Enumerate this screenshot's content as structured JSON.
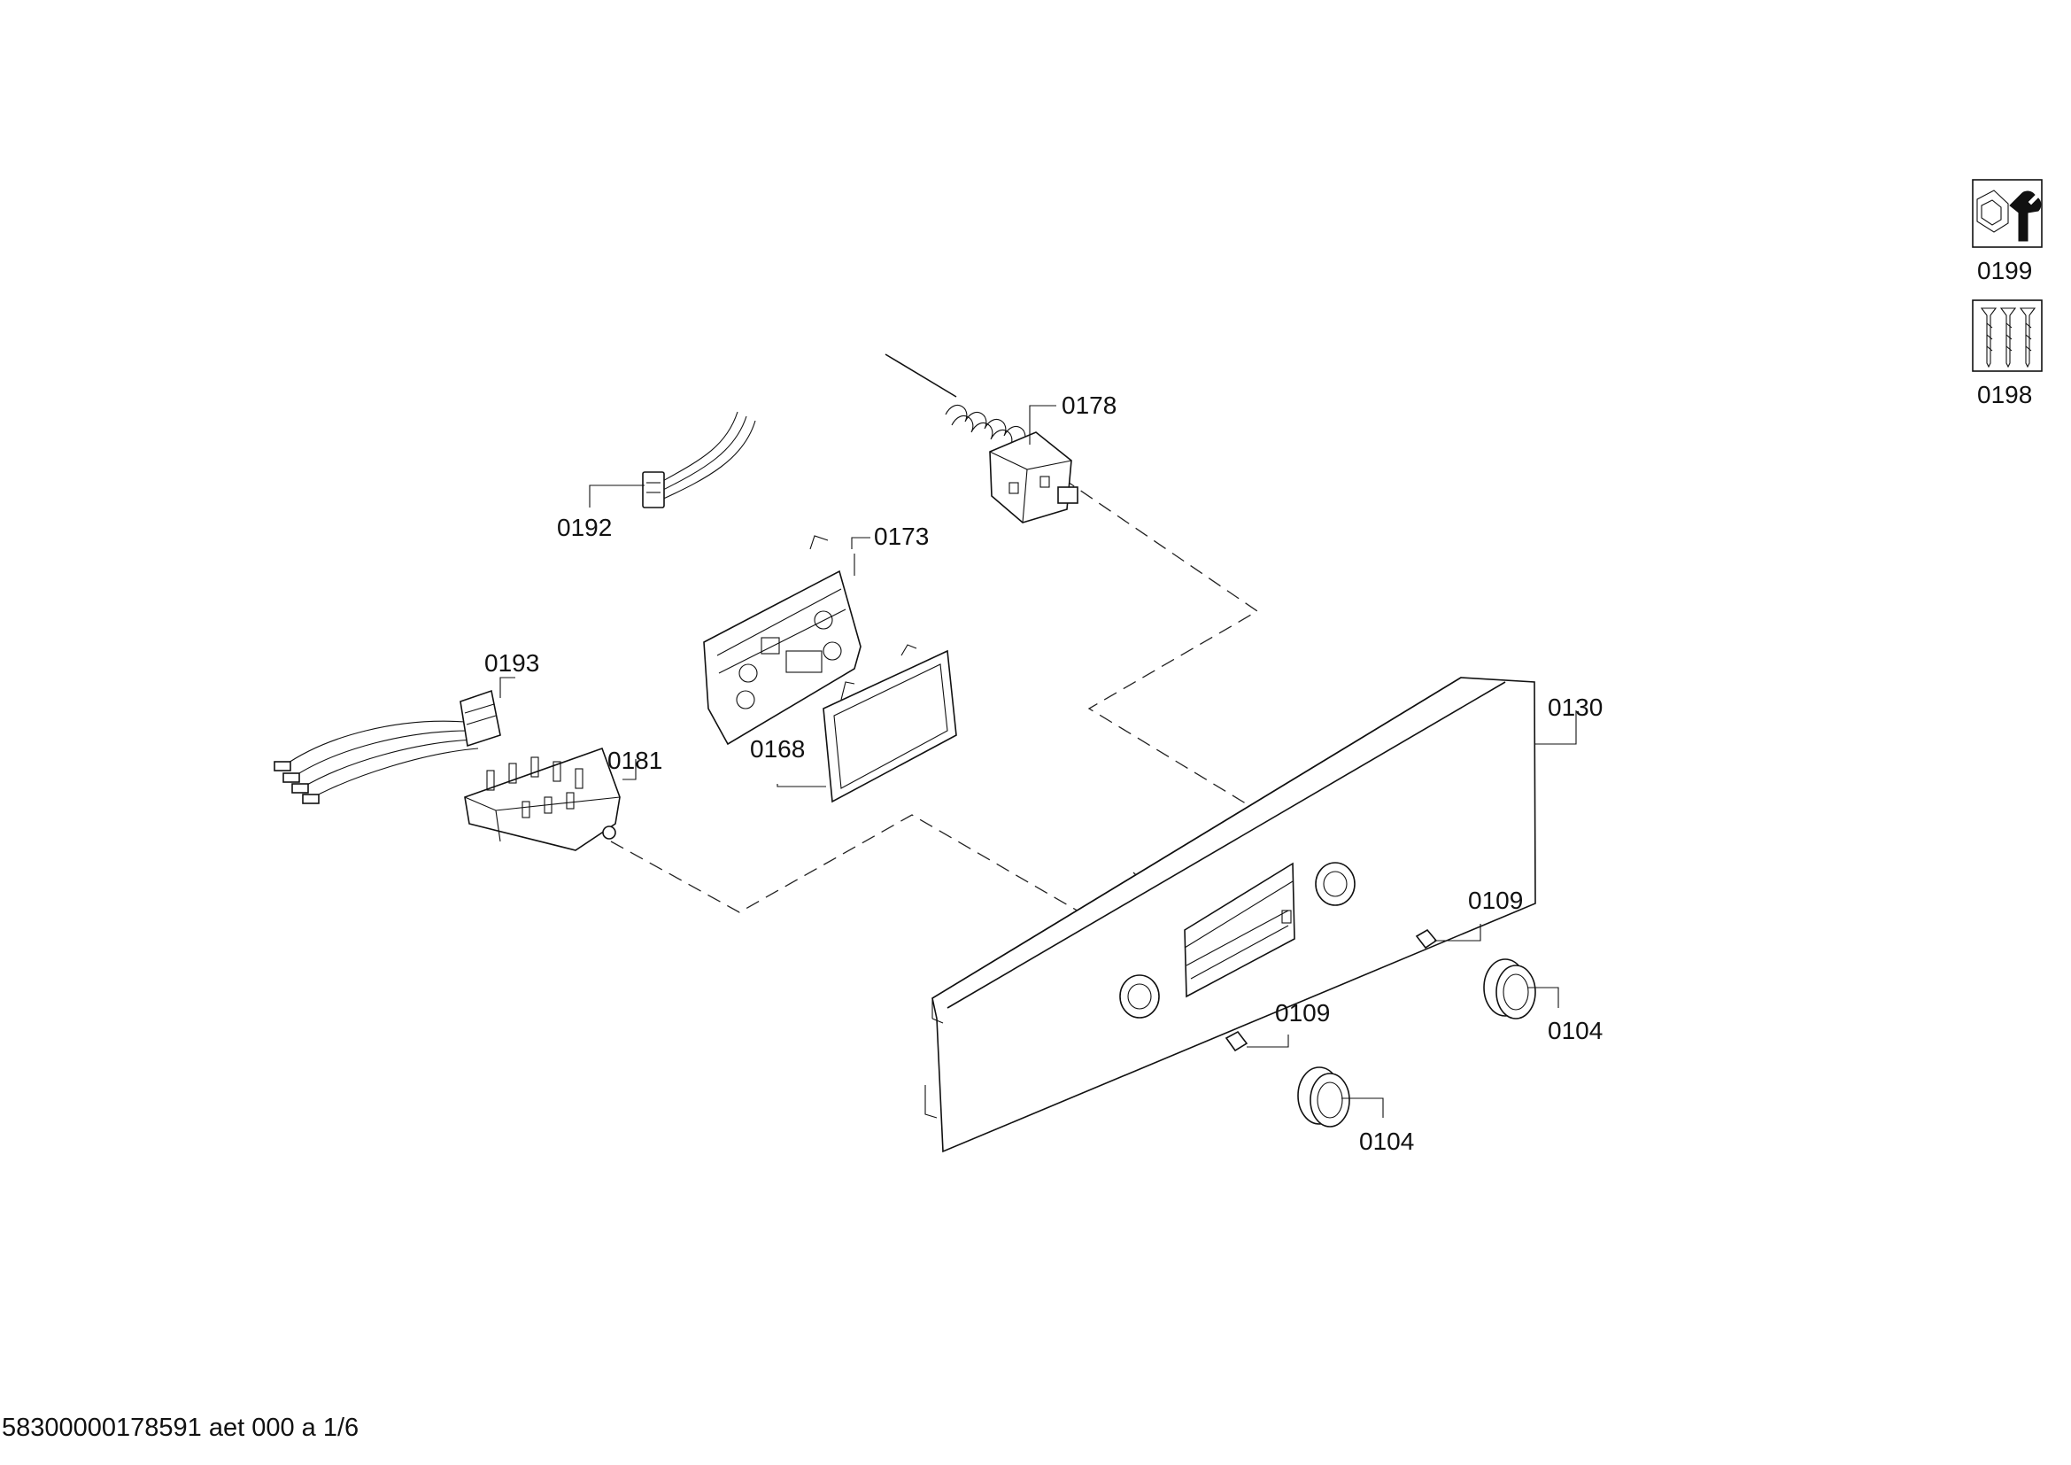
{
  "labels": {
    "p0199": "0199",
    "p0198": "0198",
    "p0178": "0178",
    "p0192": "0192",
    "p0173": "0173",
    "p0193": "0193",
    "p0181": "0181",
    "p0168": "0168",
    "p0130": "0130",
    "p0109a": "0109",
    "p0109b": "0109",
    "p0104a": "0104",
    "p0104b": "0104"
  },
  "icons": {
    "service": "wrench-nut-icon",
    "screws": "screws-icon"
  },
  "footer": {
    "doc_ref": "58300000178591 aet 000 a 1/6"
  }
}
